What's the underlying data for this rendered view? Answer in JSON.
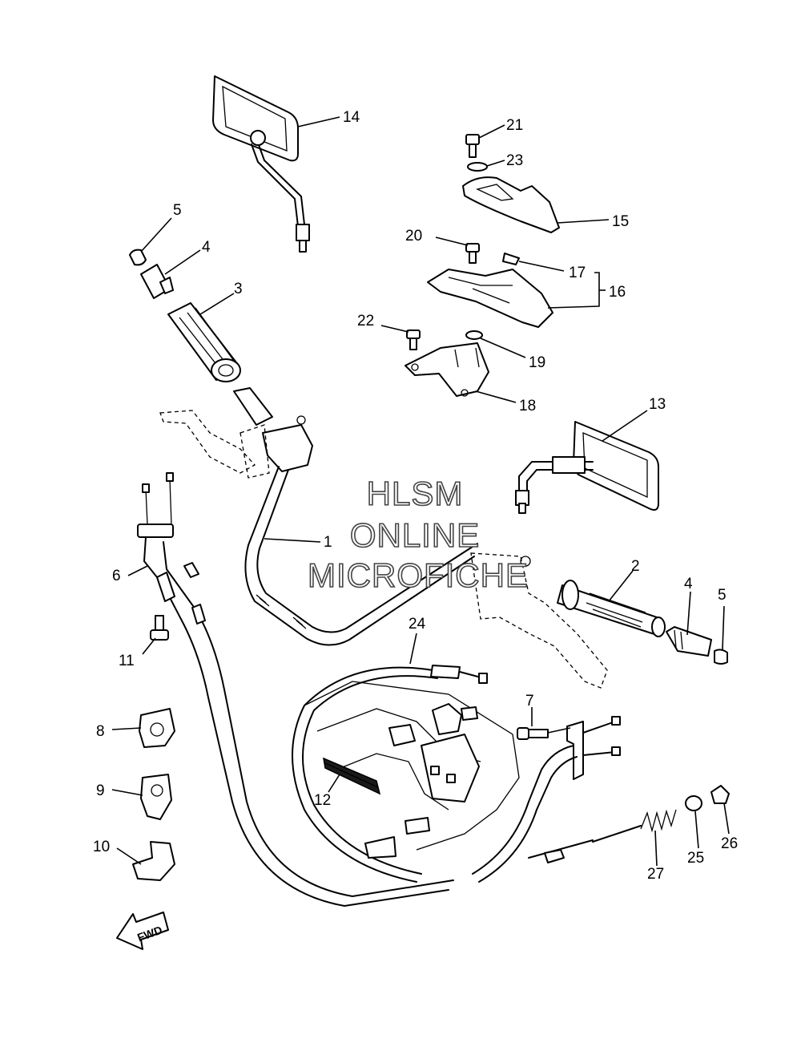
{
  "watermark": {
    "line1": "HLSM",
    "line2": "ONLINE",
    "line3": "MICROFICHE"
  },
  "direction_arrow": {
    "label": "FWD"
  },
  "callouts": {
    "c1": "1",
    "c2": "2",
    "c3": "3",
    "c4a": "4",
    "c4b": "4",
    "c5a": "5",
    "c5b": "5",
    "c6": "6",
    "c7": "7",
    "c8": "8",
    "c9": "9",
    "c10": "10",
    "c11": "11",
    "c12": "12",
    "c13": "13",
    "c14": "14",
    "c15": "15",
    "c16": "16",
    "c17": "17",
    "c18": "18",
    "c19": "19",
    "c20": "20",
    "c21": "21",
    "c22": "22",
    "c23": "23",
    "c24": "24",
    "c25": "25",
    "c26": "26",
    "c27": "27"
  },
  "icons": {
    "direction": "fwd-arrow-icon"
  }
}
